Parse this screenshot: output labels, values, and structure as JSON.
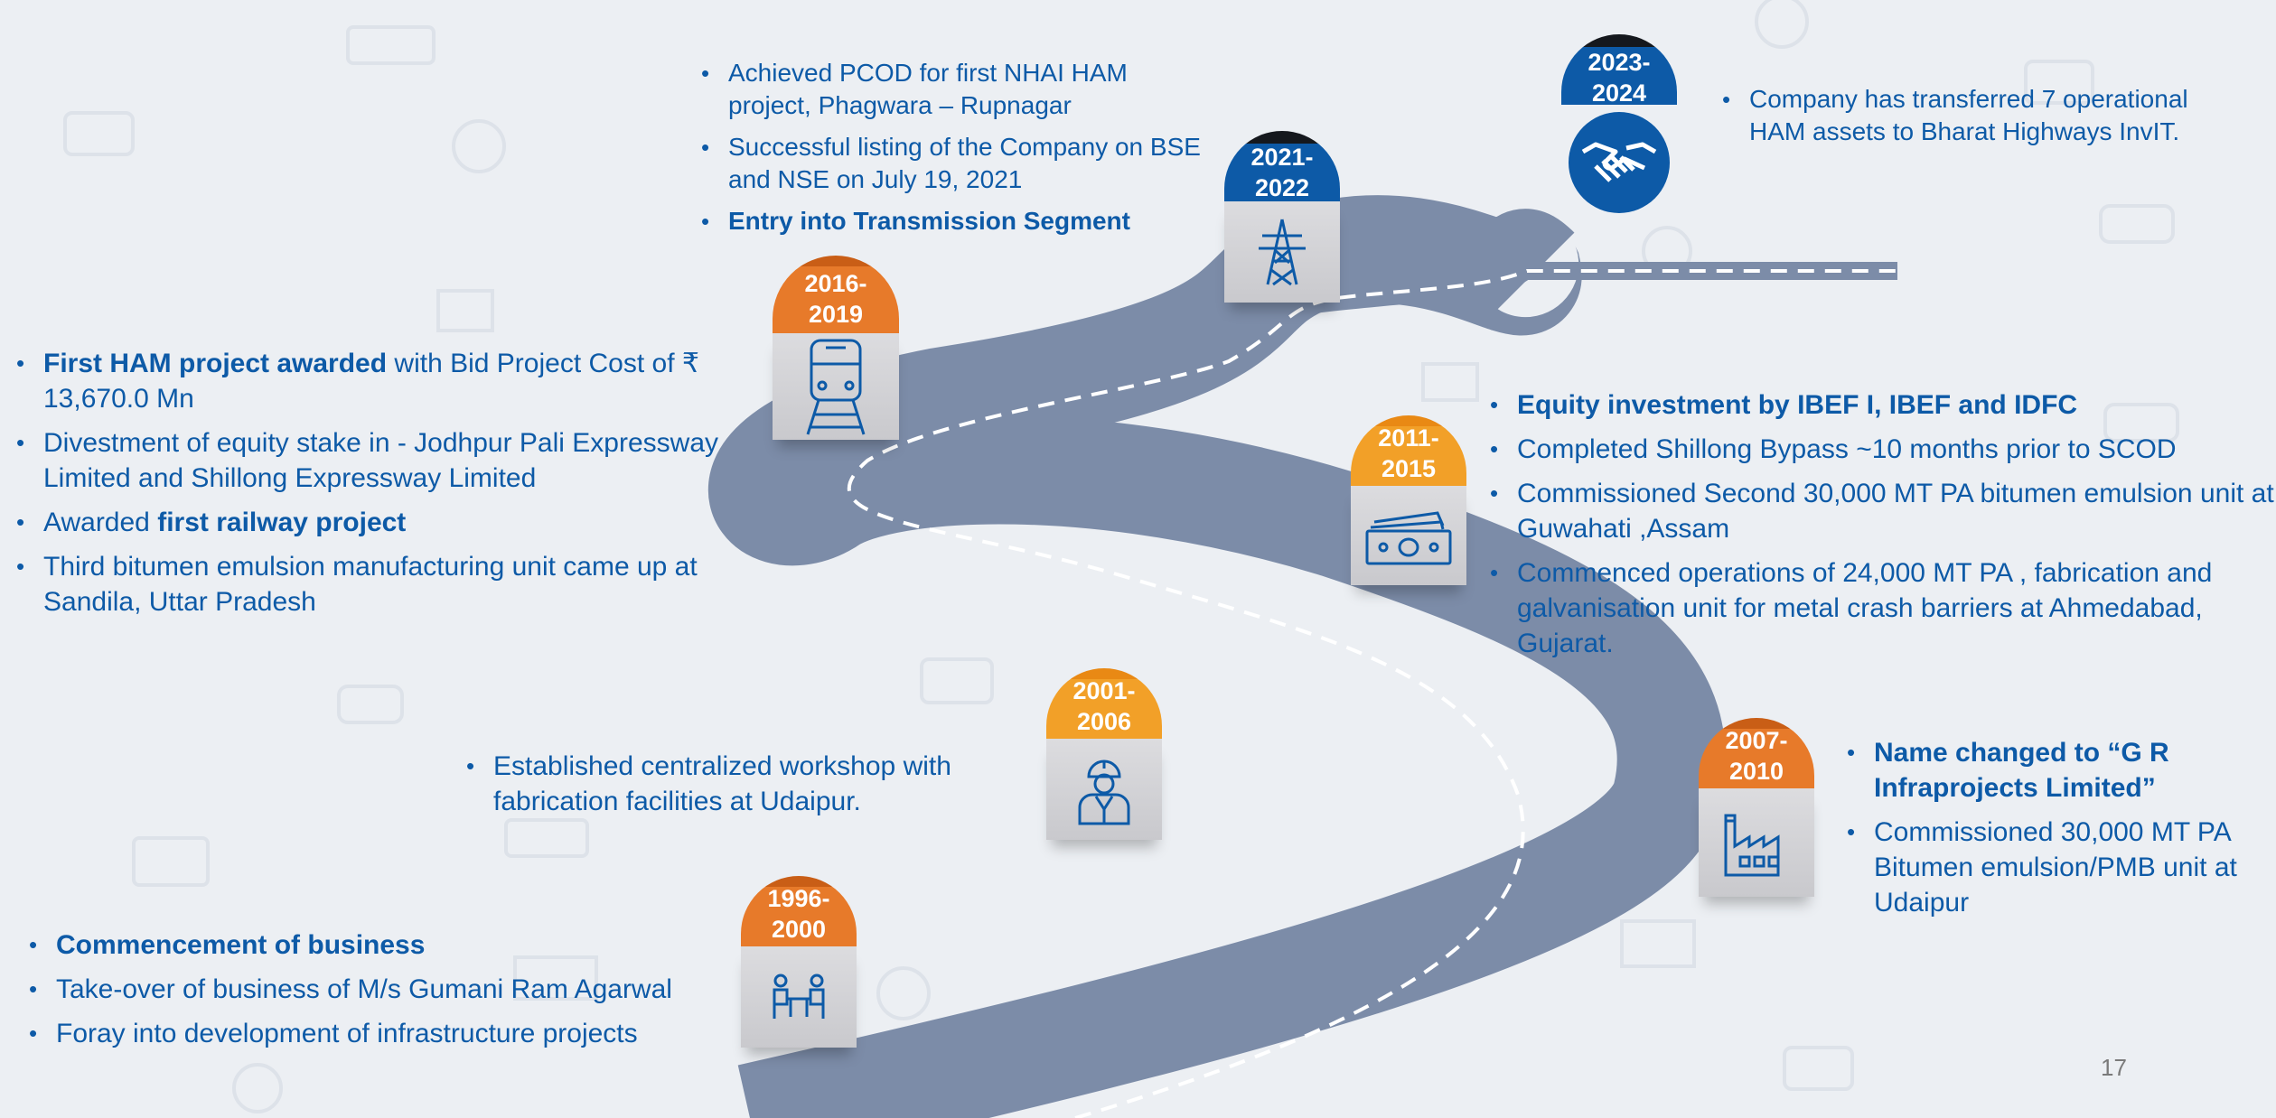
{
  "slide": {
    "page_number": "17",
    "colors": {
      "text_blue": "#0d5aa7",
      "orange": "#e77a2a",
      "light_orange": "#f2a028",
      "navy": "#0d5aa7",
      "road": "#7c8ca8",
      "background": "#eceff3"
    }
  },
  "milestones": [
    {
      "id": "m1996",
      "year_line1": "1996-",
      "year_line2": "2000",
      "icon": "meeting-people-icon"
    },
    {
      "id": "m2001",
      "year_line1": "2001-",
      "year_line2": "2006",
      "icon": "engineer-worker-icon"
    },
    {
      "id": "m2007",
      "year_line1": "2007-",
      "year_line2": "2010",
      "icon": "factory-icon"
    },
    {
      "id": "m2011",
      "year_line1": "2011-",
      "year_line2": "2015",
      "icon": "money-bills-icon"
    },
    {
      "id": "m2016",
      "year_line1": "2016-",
      "year_line2": "2019",
      "icon": "train-icon"
    },
    {
      "id": "m2021",
      "year_line1": "2021-",
      "year_line2": "2022",
      "icon": "transmission-tower-icon"
    },
    {
      "id": "m2023",
      "year_line1": "2023-",
      "year_line2": "2024",
      "icon": "handshake-icon"
    }
  ],
  "blocks": {
    "b1996": [
      {
        "bold": "Commencement of business",
        "rest": ""
      },
      {
        "bold": "",
        "rest": "Take-over of business of M/s Gumani Ram Agarwal"
      },
      {
        "bold": "",
        "rest": "Foray into development of infrastructure projects"
      }
    ],
    "b2001": [
      {
        "bold": "",
        "rest": "Established centralized workshop with fabrication facilities at Udaipur."
      }
    ],
    "b2007": [
      {
        "bold": "Name changed to “G R Infraprojects Limited”",
        "rest": ""
      },
      {
        "bold": "",
        "rest": "Commissioned 30,000 MT PA Bitumen emulsion/PMB unit at Udaipur"
      }
    ],
    "b2011": [
      {
        "bold": "Equity investment by IBEF I, IBEF and IDFC",
        "rest": ""
      },
      {
        "bold": "",
        "rest": "Completed Shillong Bypass ~10 months prior to SCOD"
      },
      {
        "bold": "",
        "rest": "Commissioned Second 30,000 MT PA bitumen emulsion unit at Guwahati ,Assam"
      },
      {
        "bold": "",
        "rest": "Commenced operations of 24,000 MT PA , fabrication and galvanisation unit for metal crash barriers at Ahmedabad, Gujarat."
      }
    ],
    "b2016": [
      {
        "bold": "First HAM project awarded",
        "rest": " with Bid Project Cost of ₹ 13,670.0 Mn"
      },
      {
        "bold": "",
        "rest": "Divestment of equity stake in - Jodhpur Pali Expressway Limited and Shillong Expressway Limited"
      },
      {
        "pre": "Awarded ",
        "bold": "first railway project",
        "rest": ""
      },
      {
        "bold": "",
        "rest": "Third bitumen emulsion manufacturing unit came up at Sandila, Uttar Pradesh"
      }
    ],
    "b2021": [
      {
        "bold": "",
        "rest": "Achieved PCOD for first NHAI HAM project, Phagwara – Rupnagar"
      },
      {
        "bold": "",
        "rest": "Successful listing of the Company on BSE and NSE on July 19, 2021"
      },
      {
        "bold": "Entry into Transmission Segment",
        "rest": ""
      }
    ],
    "b2023": [
      {
        "bold": "",
        "rest": "Company has transferred 7 operational HAM assets to Bharat Highways InvIT."
      }
    ]
  }
}
